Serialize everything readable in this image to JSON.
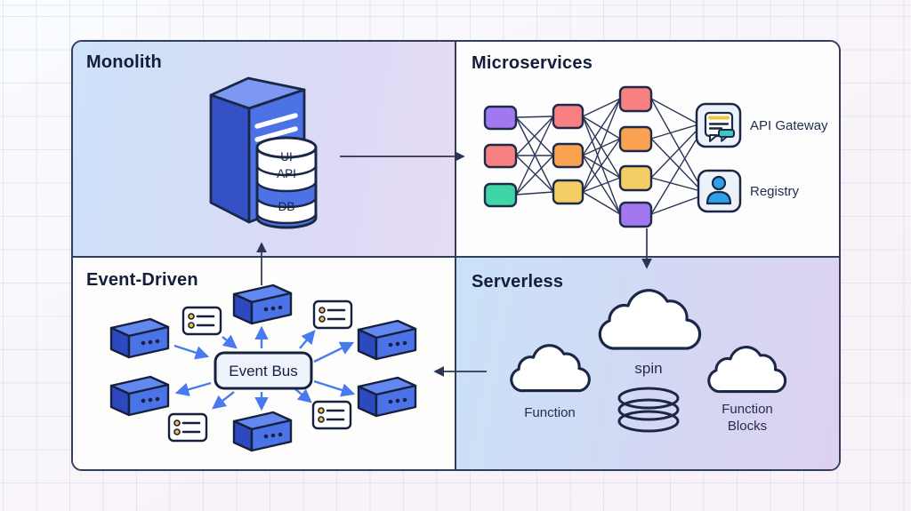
{
  "diagram": {
    "monolith": {
      "title": "Monolith",
      "layers": [
        "UI",
        "API",
        "DB"
      ]
    },
    "microservices": {
      "title": "Microservices",
      "gateway_label": "API Gateway",
      "registry_label": "Registry"
    },
    "event_driven": {
      "title": "Event-Driven",
      "bus_label": "Event Bus"
    },
    "serverless": {
      "title": "Serverless",
      "cloud_label": "spin",
      "function_label": "Function",
      "blocks_label_line1": "Function",
      "blocks_label_line2": "Blocks"
    }
  },
  "palette": {
    "node_purple": "#a178f0",
    "node_salmon": "#f88080",
    "node_green": "#3fd5a4",
    "node_orange": "#f9a351",
    "node_yellow": "#f5cd65",
    "server_blue": "#4c73e6",
    "server_blue_dark": "#3450c5",
    "server_blue_light": "#7e97f2",
    "arrow_blue": "#4a7af0",
    "outline_navy": "#1b2747",
    "accent_yellow": "#f2c43d",
    "accent_teal": "#3ec6c0",
    "person_blue": "#2da0e8"
  }
}
